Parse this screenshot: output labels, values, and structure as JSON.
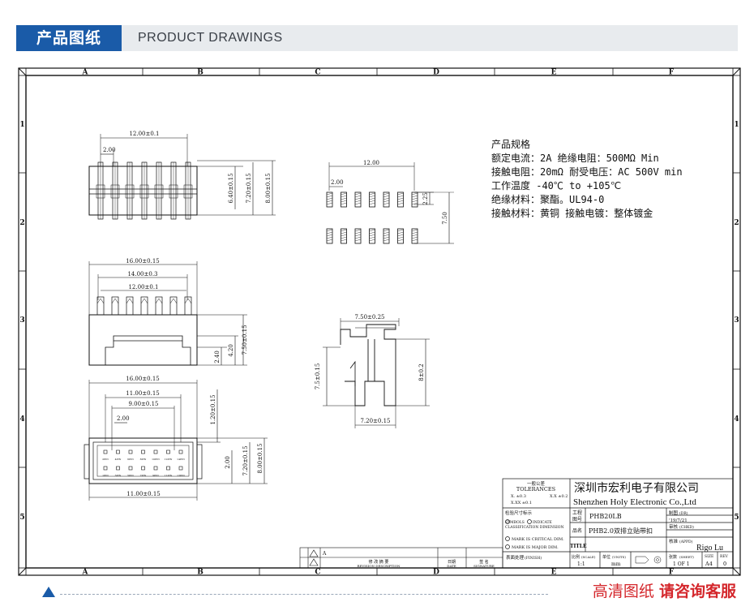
{
  "header": {
    "title_cn": "产品图纸",
    "title_en": "PRODUCT DRAWINGS"
  },
  "footer": {
    "text_a": "高清图纸",
    "text_b": "请咨询客服"
  },
  "colors": {
    "brand_blue": "#1a5ba8",
    "footer_red": "#d4262b",
    "header_bg": "#e8ebee"
  },
  "frame": {
    "cols": [
      "A",
      "B",
      "C",
      "D",
      "E",
      "F"
    ],
    "rows": [
      "1",
      "2",
      "3",
      "4",
      "5"
    ]
  },
  "dims": {
    "top_w12": "12.00±0.1",
    "top_p2": "2.00",
    "top_h640": "6.40±0.15",
    "top_h720": "7.20±0.15",
    "top_h800": "8.00±0.15",
    "pad_w12": "12.00",
    "pad_p2": "2.00",
    "pad_h225": "2.25",
    "pad_h750": "7.50",
    "side_w16": "16.00±0.15",
    "side_w14": "14.00±0.3",
    "side_w12": "12.00±0.1",
    "side_h240": "2.40",
    "side_h420": "4.20",
    "side_h750": "7.50±0.15",
    "end_w750": "7.50±0.25",
    "end_h75": "7.5±0.15",
    "end_h8": "8±0.2",
    "end_w720": "7.20±0.15",
    "bot_w16": "16.00±0.15",
    "bot_w11": "11.00±0.15",
    "bot_w9": "9.00±0.15",
    "bot_p2": "2.00",
    "bot_h120": "1.20±0.15",
    "bot_h2": "2.00",
    "bot_h720": "7.20±0.15",
    "bot_h800": "8.00±0.15",
    "bot_w11b": "11.00±0.15"
  },
  "pin_labels": {
    "top": [
      "2PIN",
      "4PIN",
      "6PIN",
      "8PIN",
      "10PIN",
      "12PIN",
      "14PIN"
    ],
    "bottom": [
      "1PIN",
      "3PIN",
      "5PIN",
      "7PIN",
      "9PIN",
      "11PIN",
      "13PIN"
    ]
  },
  "specs": {
    "title": "产品规格",
    "lines": [
      "额定电流：2A    绝缘电阻：500MΩ  Min",
      "接触电阻：20mΩ  耐受电压：AC 500V min",
      "工作温度 -40℃  to +105℃",
      "绝缘材料：聚酯。UL94-0",
      "接触材料：黄铜  接触电镀：整体镀金"
    ]
  },
  "title_block": {
    "tol_cn": "一般公差",
    "tol_en": "TOLERANCES",
    "tol_x": "X. ±0.3",
    "tol_xx": "X.X ±0.2",
    "tol_xxx": "X.XX ±0.1",
    "company_cn": "深圳市宏利电子有限公司",
    "company_en": "Shenzhen Holy Electronic Co.,Ltd",
    "sym_cn": "检验尺寸标示",
    "sym_line1": "SYMBOLS",
    "sym_line1b": "INDICATE",
    "sym_line2": "CLASSIFICATION DIMENSION",
    "crit": "MARK IS CRITICAL DIM.",
    "major": "MARK IS MAJOR DIM.",
    "dwg_cn": "工程",
    "dwg_cn2": "图号",
    "dwg_no": "PHB20LB",
    "drawn_lbl": "制图",
    "drawn_en": "(DR)",
    "drawn_date": "'19/7/21",
    "chk_lbl": "审核",
    "chk_en": "(CHKD)",
    "name_cn": "品名",
    "name_val": "PHB2.0双排立贴带扣",
    "appd_lbl": "核准",
    "appd_en": "(APPD)",
    "appd_name": "Rigo Lu",
    "title_lbl": "TITLE",
    "finish_lbl": "表面处理",
    "finish_en": "(FINISH)",
    "scale_lbl": "比例",
    "scale_en": "(SCALE)",
    "scale_val": "1:1",
    "unit_lbl": "单位",
    "unit_en": "(UNITS)",
    "unit_val": "mm",
    "sheet_lbl": "张数",
    "sheet_en": "(SHEET)",
    "sheet_val": "1 OF 1",
    "size_lbl": "SIZE",
    "size_val": "A4",
    "rev_lbl": "REV",
    "rev_val": "0",
    "revision_cn": "修 改 摘 要",
    "revision_en": "REVISION DESCRIPTION",
    "date_cn": "日期",
    "date_en": "DATE",
    "sign_cn": "签 名",
    "sign_en": "SIGNATURE",
    "rev_a": "A"
  }
}
